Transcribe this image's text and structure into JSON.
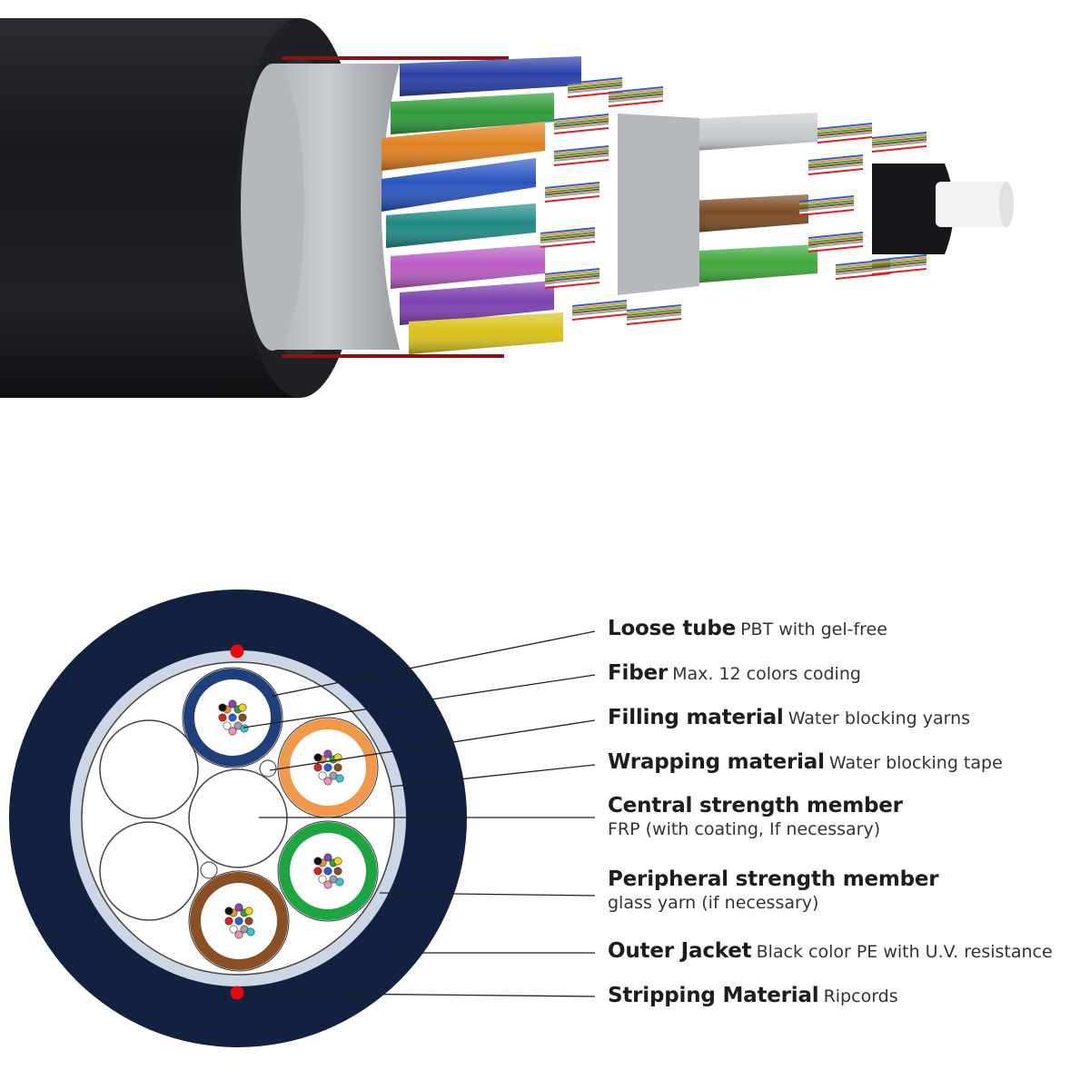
{
  "photo": {
    "subject": "cable-cutaway-photo",
    "jacket_color": "#1b1d20",
    "tape_color": "#b9bcc0",
    "core_color": "#f2f2f2",
    "ripcord_color": "#8a1414",
    "tube_colors": [
      "#2a3fa8",
      "#2e9b3a",
      "#e0801f",
      "#2855c0",
      "#1f8a86",
      "#b85cc4",
      "#7d3fb0",
      "#d9c21a",
      "#c8ccd2",
      "#7a4a22",
      "#3fa83a"
    ]
  },
  "diagram": {
    "jacket_color": "#12213f",
    "wrap_color": "#cdd6e4",
    "ripcord_color": "#e30b0b",
    "tubes": [
      {
        "name": "blue",
        "color": "#1f3f7a"
      },
      {
        "name": "orange",
        "color": "#f0994a"
      },
      {
        "name": "green",
        "color": "#1da542"
      },
      {
        "name": "brown",
        "color": "#8a4f22"
      }
    ],
    "fiber_colors": [
      "#2a5fd0",
      "#f09030",
      "#2ea043",
      "#8b4a20",
      "#9aa0a6",
      "#ffffff",
      "#e02020",
      "#111111",
      "#f2d21a",
      "#8e44ad",
      "#f48fb1",
      "#36c4d8"
    ]
  },
  "labels": [
    {
      "id": "loose-tube",
      "name": "Loose tube",
      "desc": "PBT with gel-free"
    },
    {
      "id": "fiber",
      "name": "Fiber",
      "desc": "Max. 12 colors coding"
    },
    {
      "id": "filling-material",
      "name": "Filling material",
      "desc": "Water blocking yarns"
    },
    {
      "id": "wrapping-material",
      "name": "Wrapping material",
      "desc": "Water blocking tape"
    },
    {
      "id": "central-strength-member",
      "name": "Central strength member",
      "desc": "FRP (with coating, If necessary)"
    },
    {
      "id": "peripheral-strength-member",
      "name": "Peripheral strength member",
      "desc": "glass yarn (if necessary)"
    },
    {
      "id": "outer-jacket",
      "name": "Outer Jacket",
      "desc": "Black color PE with U.V. resistance"
    },
    {
      "id": "stripping-material",
      "name": "Stripping Material",
      "desc": "Ripcords"
    }
  ]
}
